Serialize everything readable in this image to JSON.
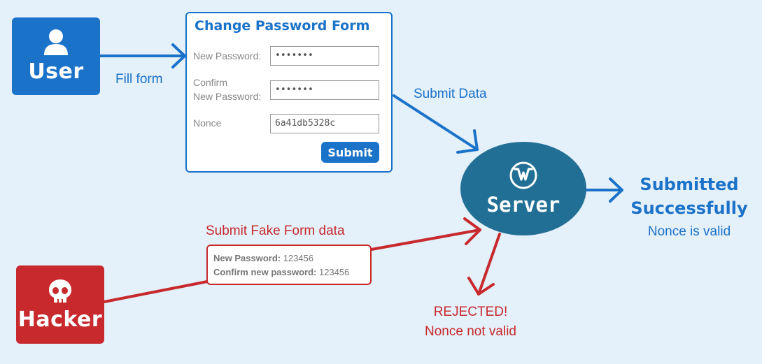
{
  "actors": {
    "user": "User",
    "hacker": "Hacker"
  },
  "flows": {
    "fill_form": "Fill form",
    "submit_data": "Submit Data",
    "submit_fake": "Submit Fake Form data"
  },
  "form": {
    "title": "Change Password Form",
    "new_password_label": "New Password:",
    "confirm_label_line1": "Confirm",
    "confirm_label_line2": "New Password:",
    "nonce_label": "Nonce",
    "new_password_value": "•••••••",
    "confirm_value": "•••••••",
    "nonce_value": "6a41db5328c",
    "submit_label": "Submit"
  },
  "server": {
    "label": "Server",
    "logo": "wordpress-logo-icon"
  },
  "success": {
    "line1": "Submitted",
    "line2": "Successfully",
    "note": "Nonce is valid"
  },
  "fake_form": {
    "new_password_label": "New Password:",
    "new_password_value": " 123456",
    "confirm_label": "Confirm new password:",
    "confirm_value": " 123456"
  },
  "rejected": {
    "line1": "REJECTED!",
    "line2": "Nonce not valid"
  },
  "colors": {
    "background": "#e4f0fa",
    "blue": "#1b72c9",
    "red": "#c7292c",
    "server": "#216f95"
  }
}
